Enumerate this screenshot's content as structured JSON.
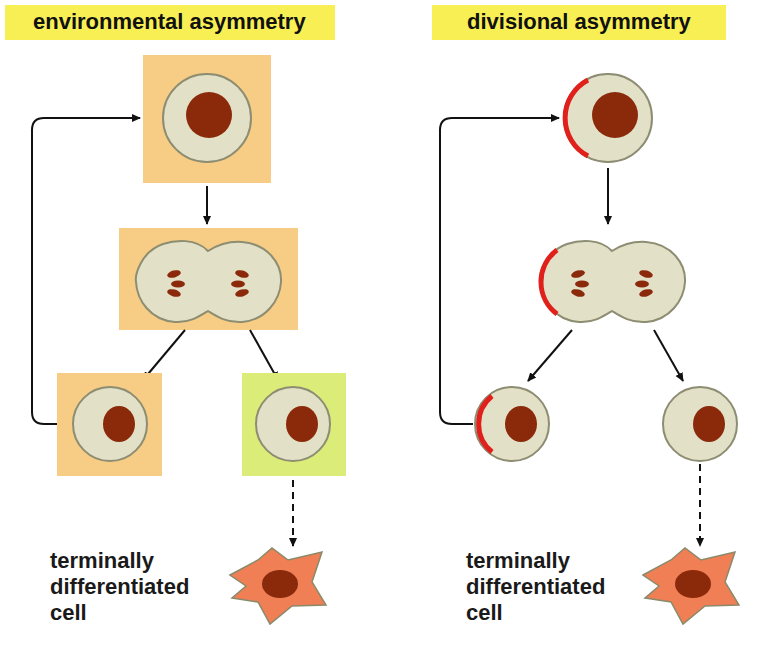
{
  "diagram": {
    "nodes": [
      {
        "text": [
          "environmental asymmetry"
        ]
      },
      {
        "text": [
          "divisional asymmetry"
        ]
      }
    ],
    "edges": [],
    "labels": [
      "terminally differentiated cell",
      "terminally differentiated cell"
    ]
  }
}
